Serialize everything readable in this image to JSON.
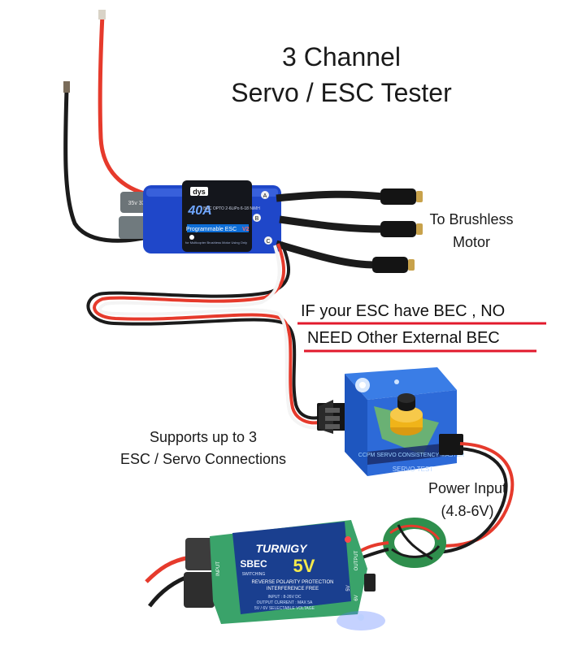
{
  "title": {
    "line1": "3 Channel",
    "line2": "Servo / ESC Tester"
  },
  "callouts": {
    "motor_line1": "To Brushless",
    "motor_line2": "Motor",
    "bec_line1": "IF your ESC have BEC , NO",
    "bec_line2": "NEED Other External BEC",
    "supports_line1": "Supports up to 3",
    "supports_line2": "ESC / Servo Connections",
    "power_line1": "Power Input",
    "power_line2": "(4.8-6V)"
  },
  "esc": {
    "brand": "dys",
    "rating": "40A",
    "spec": "BEC OPTO 2-6LiPo 6-18 NiMH",
    "subtitle": "Programmable ESC",
    "version": "V2",
    "footer": "for Multicopter Brushless Motor Using Only",
    "pin_a": "A",
    "pin_b": "B",
    "pin_c": "C",
    "cap_label": "35v 330"
  },
  "tester": {
    "label": "CCPM SERVO CONSISTENCY MASTER",
    "footer": "SERVO TEST"
  },
  "bec_module": {
    "brand": "TURNIGY",
    "model": "SBEC",
    "subline": "SWITCHING",
    "voltage": "5V",
    "tag": "REVERSE POLARITY PROTECTION",
    "tag2": "INTERFERENCE FREE",
    "spec1": "INPUT : 8-26V DC",
    "spec2": "OUTPUT CURRENT : MAX 5A",
    "spec3": "5V / 6V SELECTABLE VOLTAGE",
    "input_label": "INPUT",
    "output_label": "OUTPUT",
    "v5": "5V",
    "v6": "6V"
  },
  "colors": {
    "underline": "#e2192c",
    "esc_blue": "#1f47c9",
    "wire_red": "#e63a2c",
    "wire_black": "#1b1b1b",
    "tester_blue": "#2d6ad8",
    "knob_yellow": "#f0b419",
    "toroid_green": "#2f8f4d",
    "pcb_green": "#3aa36a"
  }
}
